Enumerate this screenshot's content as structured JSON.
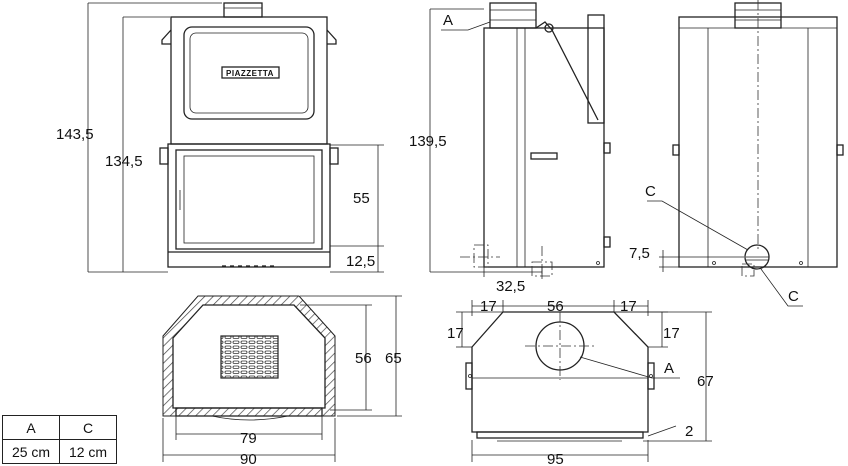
{
  "front_view": {
    "height_total": "143,5",
    "height_body": "134,5",
    "door_height": "55",
    "base_height": "12,5",
    "logo_text": "PIAZZETTA"
  },
  "side_view": {
    "height": "139,5",
    "label_a": "A",
    "offset": "32,5"
  },
  "rear_view": {
    "label_c_top": "C",
    "label_c_bottom": "C",
    "outlet_height": "7,5"
  },
  "firebox_plan": {
    "depth_inner": "56",
    "depth_outer": "65",
    "width_inner": "79",
    "width_outer": "90"
  },
  "top_plan": {
    "chamfer_left": "17",
    "chamfer_top_left": "17",
    "center_width": "56",
    "chamfer_top_right": "17",
    "chamfer_right": "17",
    "label_a": "A",
    "depth": "67",
    "offset_small": "2",
    "width": "95"
  },
  "legend": {
    "headers": [
      "A",
      "C"
    ],
    "values": [
      "25 cm",
      "12 cm"
    ]
  }
}
